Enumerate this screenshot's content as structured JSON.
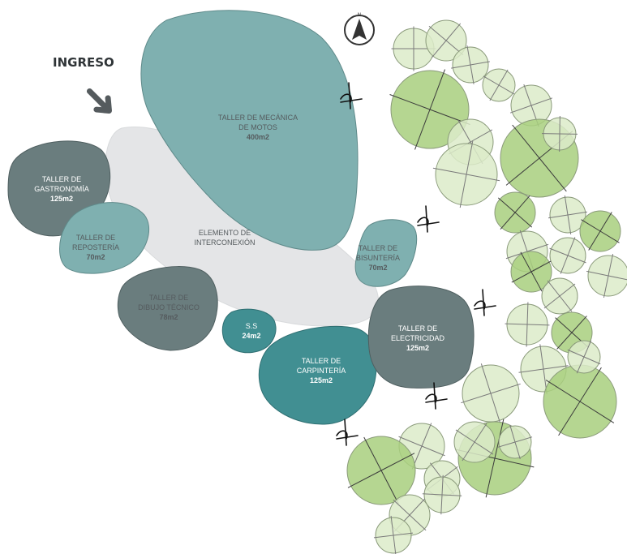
{
  "entrance": {
    "label": "INGRESO"
  },
  "compass": {
    "north": "N"
  },
  "zones": {
    "motos": {
      "line1": "TALLER DE MECÁNICA",
      "line2": "DE MOTOS",
      "area": "400m2"
    },
    "gastronomia": {
      "line1": "TALLER DE",
      "line2": "GASTRONOMÍA",
      "area": "125m2"
    },
    "reposteria": {
      "line1": "TALLER DE",
      "line2": "REPOSTERÍA",
      "area": "70m2"
    },
    "interconexion": {
      "line1": "ELEMENTO DE",
      "line2": "INTERCONEXIÓN"
    },
    "bisuteria": {
      "line1": "TALLER DE",
      "line2": "BISUNTERÍA",
      "area": "70m2"
    },
    "dibujo": {
      "line1": "TALLER DE",
      "line2": "DIBUJO TÉCNICO",
      "area": "78m2"
    },
    "ss": {
      "line1": "S.S",
      "area": "24m2"
    },
    "carpinteria": {
      "line1": "TALLER DE",
      "line2": "CARPINTERÍA",
      "area": "125m2"
    },
    "electricidad": {
      "line1": "TALLER DE",
      "line2": "ELECTRICIDAD",
      "area": "125m2"
    }
  },
  "colors": {
    "teal_light": "#7fb0b0",
    "teal_mid": "#418f92",
    "slate": "#6a7d7e",
    "connector": "#e4e5e7",
    "tree_light": "#dcebc9",
    "tree_mid": "#c2dea4",
    "tree_dark": "#a8cf7e"
  }
}
